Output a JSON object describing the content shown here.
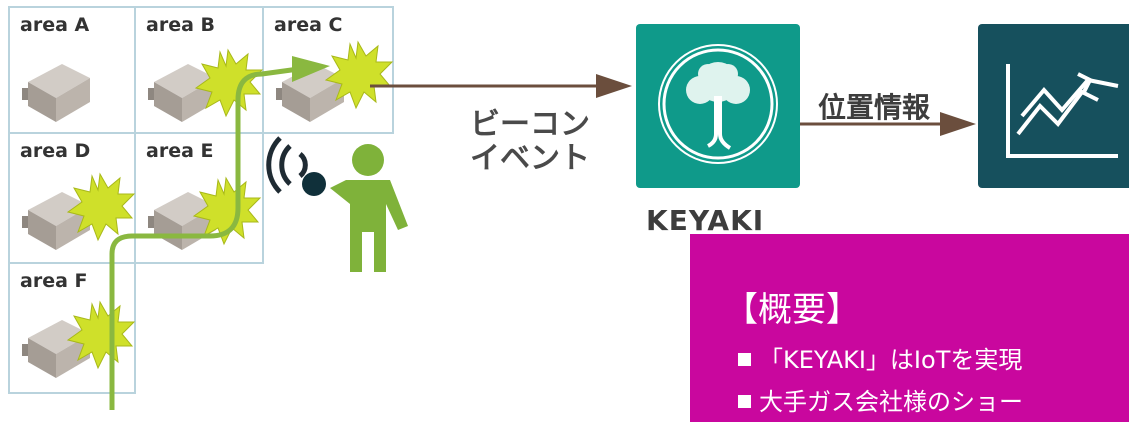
{
  "areas": [
    {
      "label": "area A"
    },
    {
      "label": "area B"
    },
    {
      "label": "area C"
    },
    {
      "label": "area D"
    },
    {
      "label": "area E"
    },
    {
      "label": "area F"
    }
  ],
  "beacon_event_label_line1": "ビーコン",
  "beacon_event_label_line2": "イベント",
  "keyaki_label": "KEYAKI",
  "position_info_label": "位置情報",
  "overview": {
    "title": "【概要】",
    "items": [
      "「KEYAKI」はIoTを実現",
      "大手ガス会社様のショー"
    ]
  },
  "colors": {
    "grid_border": "#b9d3dd",
    "keyaki_teal": "#0f9a8a",
    "analytics_navy": "#16505d",
    "overview_magenta": "#c9079e",
    "path_green": "#8ab840",
    "beacon_yellow": "#cfe02a",
    "person_green": "#7fb23a",
    "arrow_brown": "#6b4e3d"
  },
  "icons": [
    "store-icon",
    "beacon-burst-icon",
    "person-icon",
    "wifi-signal-icon",
    "tree-logo-icon",
    "trend-chart-icon"
  ]
}
